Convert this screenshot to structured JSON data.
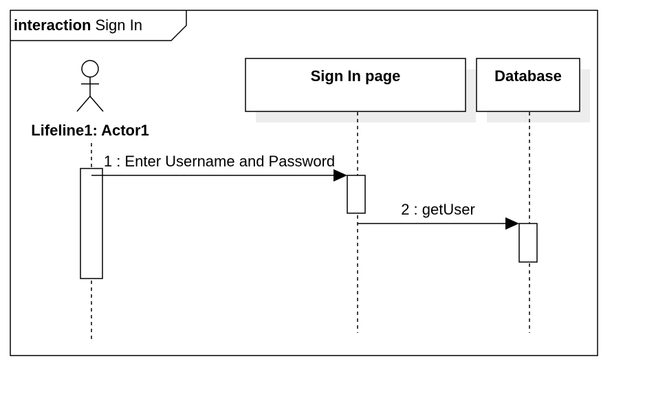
{
  "frame": {
    "keyword": "interaction",
    "name": "Sign In"
  },
  "lifelines": [
    {
      "label": "Lifeline1: Actor1",
      "kind": "actor"
    },
    {
      "label": "Sign In page",
      "kind": "object"
    },
    {
      "label": "Database",
      "kind": "object"
    }
  ],
  "messages": [
    {
      "label": "1 : Enter Username and Password",
      "from": "Lifeline1: Actor1",
      "to": "Sign In page"
    },
    {
      "label": "2 : getUser",
      "from": "Sign In page",
      "to": "Database"
    }
  ],
  "colors": {
    "stroke": "#000000",
    "shadow": "#ededed",
    "fill": "#ffffff"
  }
}
